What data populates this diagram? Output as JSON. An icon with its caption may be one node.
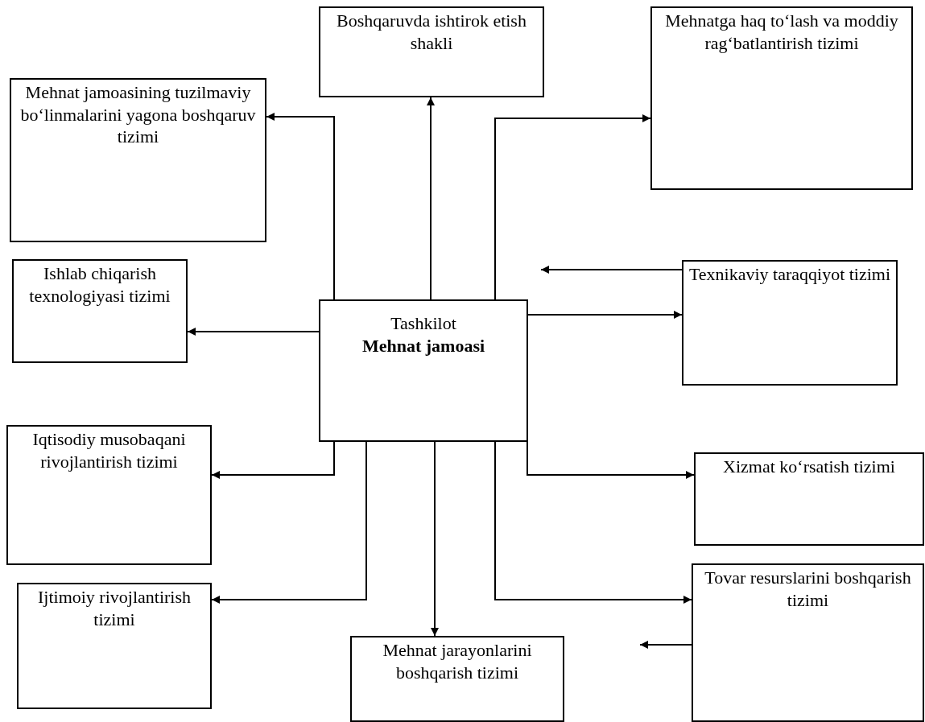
{
  "diagram": {
    "nodes": [
      {
        "text": [
          "Tashkilot",
          "Mehnat jamoasi"
        ]
      },
      {
        "text": [
          "Mehnat jamoasining tuzilmaviy bo‘linmalarini yagona boshqaruv tizimi"
        ]
      },
      {
        "text": [
          "Boshqaruvda ishtirok etish shakli"
        ]
      },
      {
        "text": [
          "Mehnatga haq to‘lash va moddiy rag‘batlantirish tizimi"
        ]
      },
      {
        "text": [
          "Ishlab chiqarish texnologiyasi tizimi"
        ]
      },
      {
        "text": [
          "Texnikaviy taraqqiyot tizimi"
        ]
      },
      {
        "text": [
          "Iqtisodiy musobaqani rivojlantirish tizimi"
        ]
      },
      {
        "text": [
          "Xizmat ko‘rsatish tizimi"
        ]
      },
      {
        "text": [
          "Tovar resurslarini boshqarish tizimi"
        ]
      },
      {
        "text": [
          "Ijtimoiy rivojlantirish tizimi"
        ]
      },
      {
        "text": [
          "Mehnat jarayonlarini boshqarish tizimi"
        ]
      }
    ],
    "edges": [
      {
        "from": 0,
        "to": 1,
        "arrow": "to"
      },
      {
        "from": 0,
        "to": 2,
        "arrow": "to"
      },
      {
        "from": 0,
        "to": 3,
        "arrow": "to"
      },
      {
        "from": 0,
        "to": 4,
        "arrow": "to"
      },
      {
        "from": 0,
        "to": 5,
        "arrow": "to"
      },
      {
        "from": 5,
        "to": null,
        "arrow": "to"
      },
      {
        "from": 0,
        "to": 6,
        "arrow": "to"
      },
      {
        "from": 0,
        "to": 9,
        "arrow": "to"
      },
      {
        "from": 0,
        "to": 10,
        "arrow": "to"
      },
      {
        "from": 0,
        "to": 7,
        "arrow": "to"
      },
      {
        "from": 0,
        "to": 8,
        "arrow": "to"
      },
      {
        "from": 8,
        "to": null,
        "arrow": "to"
      }
    ]
  }
}
